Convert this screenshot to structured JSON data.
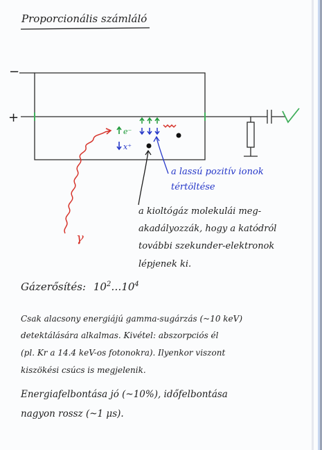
{
  "title": "Proporcionális számláló",
  "diagram": {
    "minus_label": "−",
    "plus_label": "+",
    "electron_label": "e⁻",
    "ion_label": "x⁺",
    "gamma_label": "γ",
    "signal_label": "√",
    "positive_ions_text_line1": "a lassú pozitív ionok",
    "positive_ions_text_line2": "tértöltése",
    "quench_text_line1": "a kioltógáz molekulái meg-",
    "quench_text_line2": "akadályozzák, hogy a katódról",
    "quench_text_line3": "további szekunder-elektronok",
    "quench_text_line4": "lépjenek ki.",
    "colors": {
      "ink": "#1d1d1d",
      "blue": "#2436c8",
      "green": "#1f9a3a",
      "red": "#d6332b",
      "electrode_green": "#3fae5a"
    }
  },
  "text": {
    "gain_prefix": "Gázerősítés:",
    "gain_low_base": "10",
    "gain_low_exp": "2",
    "gain_dots": "…",
    "gain_high_base": "10",
    "gain_high_exp": "4",
    "note_line1": "Csak alacsony energiájú gamma-sugárzás (~10 keV)",
    "note_line2": "detektálására alkalmas. Kivétel: abszorpciós él",
    "note_line3": "(pl. Kr a 14.4 keV-os fotonokra). Ilyenkor viszont",
    "note_line4": "kiszökési csúcs is megjelenik.",
    "resolution_line1": "Energiafelbontása jó (~10%), időfelbontása",
    "resolution_line2": "nagyon rossz (~1 μs)."
  }
}
